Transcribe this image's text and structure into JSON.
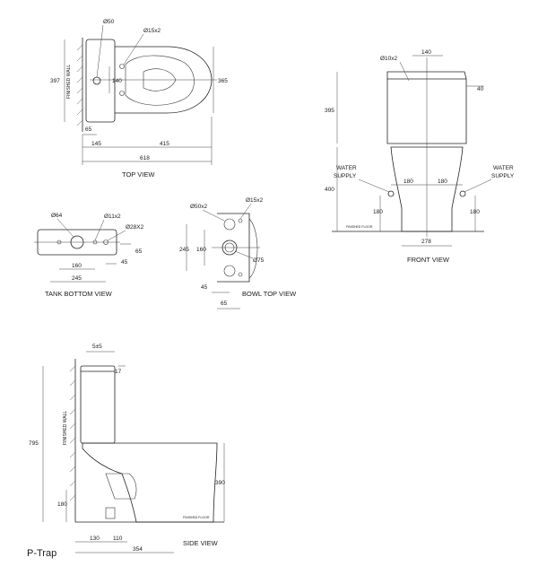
{
  "views": {
    "top": {
      "title": "TOP VIEW",
      "wall_label": "FINISHED WALL",
      "d_50": "Ø50",
      "d_15x2": "Ø15x2",
      "h_397": "397",
      "h_140": "140",
      "h_365": "365",
      "w_65": "65",
      "w_145": "145",
      "w_415": "415",
      "w_618": "618"
    },
    "front": {
      "title": "FRONT VIEW",
      "d_10x2": "Ø10x2",
      "w_140": "140",
      "h_40": "40",
      "h_395": "395",
      "h_400": "400",
      "supply_left_1": "WATER",
      "supply_left_2": "SUPPLY",
      "supply_right_1": "WATER",
      "supply_right_2": "SUPPLY",
      "w_180_left": "180",
      "w_180_right": "180",
      "h_180_left": "180",
      "h_180_right": "180",
      "floor": "FINISHED FLOOR",
      "w_278": "278"
    },
    "tank_bottom": {
      "title": "TANK BOTTOM VIEW",
      "d_64": "Ø64",
      "d_11x2": "Ø11x2",
      "d_28x2": "Ø28X2",
      "w_65": "65",
      "w_45": "45",
      "w_160": "160",
      "w_245": "245"
    },
    "bowl_top": {
      "title": "BOWL TOP VIEW",
      "d_50x2": "Ø50x2",
      "d_15x2": "Ø15x2",
      "h_245": "245",
      "h_160": "160",
      "d_75": "Ø75",
      "w_45": "45",
      "w_65": "65"
    },
    "side": {
      "title": "SIDE VIEW",
      "gap": "5±5",
      "h_17": "17",
      "wall_label": "FINISHED WALL",
      "h_795": "795",
      "h_390": "390",
      "h_180": "180",
      "floor": "FINISHED FLOOR",
      "w_130": "130",
      "w_110": "110",
      "w_354": "354"
    }
  },
  "trap_label": "P-Trap",
  "colors": {
    "line": "#222222",
    "trap_label": "#c0392b",
    "background": "#ffffff"
  }
}
